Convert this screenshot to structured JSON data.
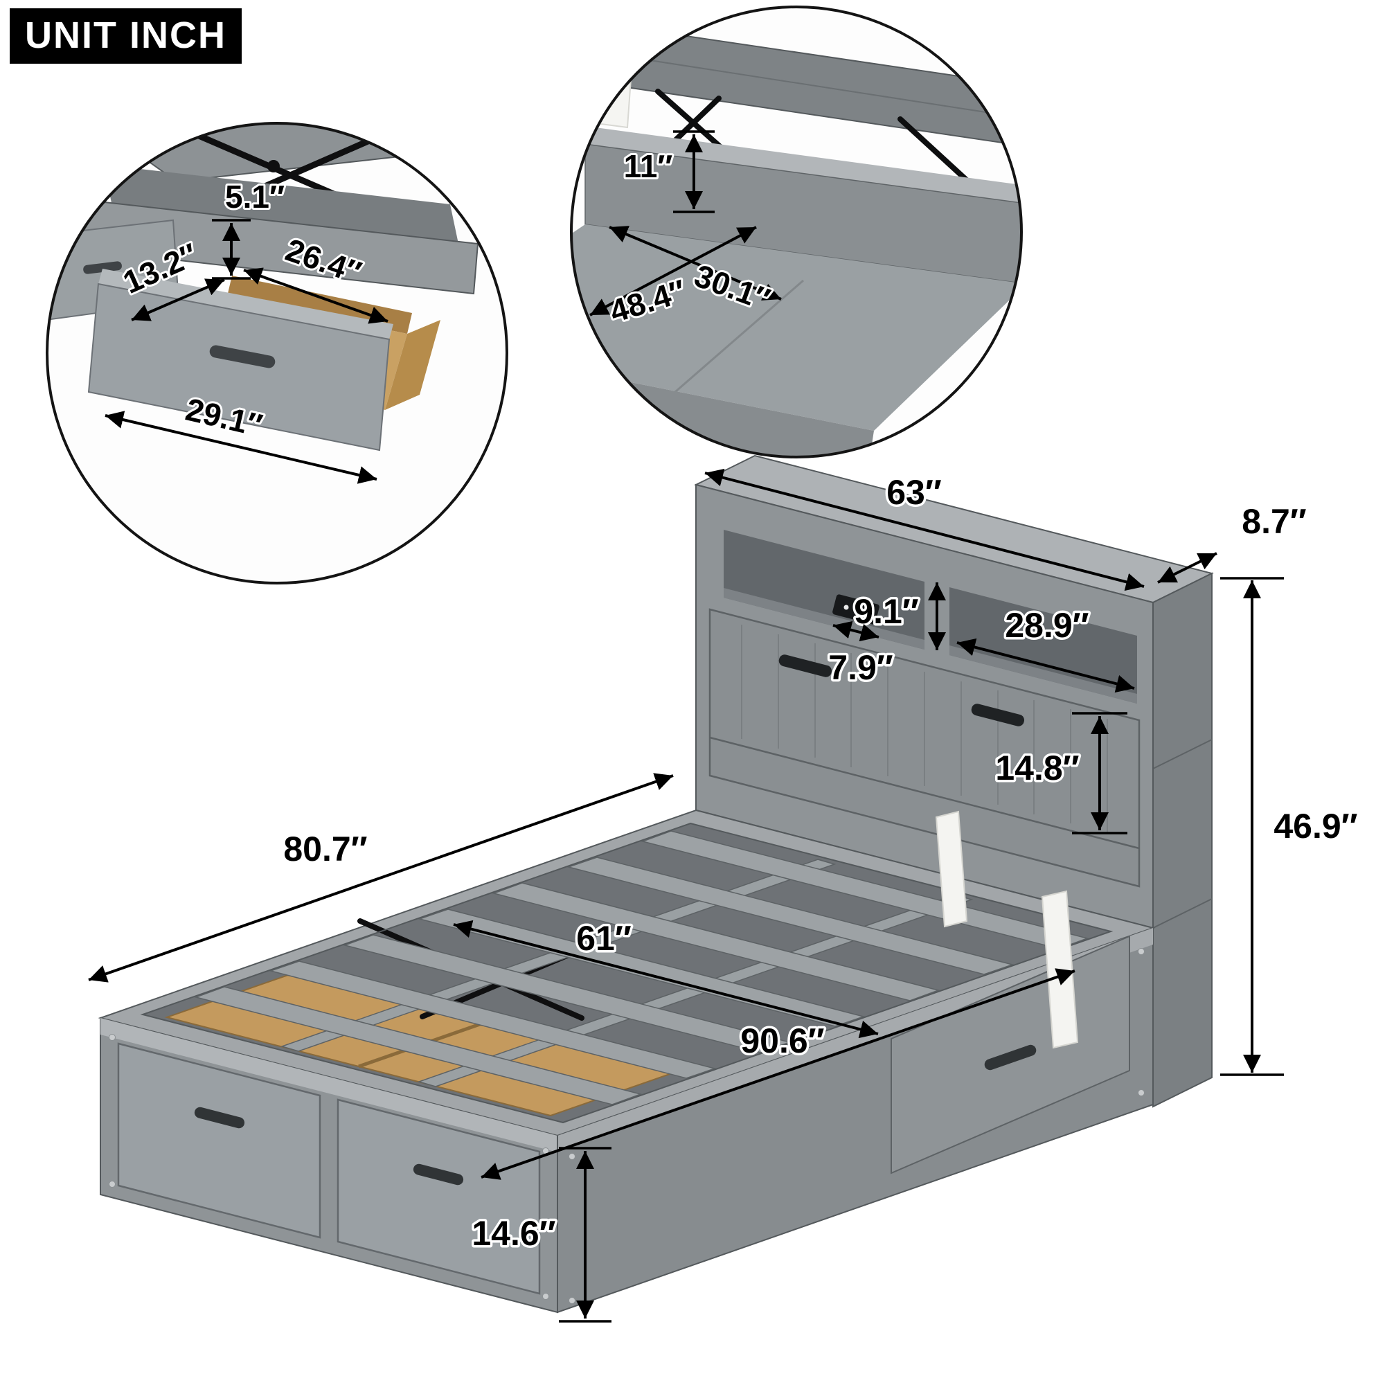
{
  "unit_badge": "UNIT INCH",
  "colors": {
    "frame_gray": "#9aa0a3",
    "wood_tan": "#c49a5e",
    "dimension_black": "#000000",
    "strap_white": "#f4f4f1"
  },
  "inset_drawer": {
    "height": "5.1″",
    "depth": "13.2″",
    "inner_width": "26.4″",
    "front_width": "29.1″"
  },
  "inset_storage": {
    "height": "11″",
    "length": "48.4″",
    "width": "30.1″"
  },
  "bed": {
    "headboard_width": "63″",
    "headboard_top_depth": "8.7″",
    "shelf_opening_height": "9.1″",
    "shelf_opening_width": "28.9″",
    "shelf_small_width": "7.9″",
    "panel_height": "14.8″",
    "overall_height": "46.9″",
    "frame_length": "80.7″",
    "inner_width": "61″",
    "overall_length": "90.6″",
    "footboard_height": "14.6″"
  }
}
